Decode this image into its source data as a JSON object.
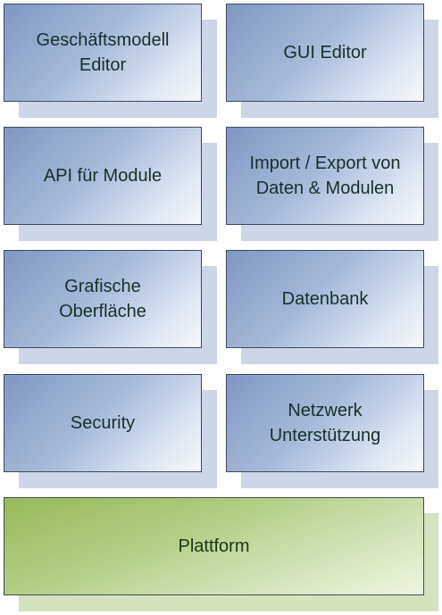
{
  "modules": [
    {
      "label": "Geschäftsmodell\nEditor"
    },
    {
      "label": "GUI Editor"
    },
    {
      "label": "API für Module"
    },
    {
      "label": "Import / Export von\nDaten & Modulen"
    },
    {
      "label": "Grafische\nOberfläche"
    },
    {
      "label": "Datenbank"
    },
    {
      "label": "Security"
    },
    {
      "label": "Netzwerk\nUnterstützung"
    }
  ],
  "platform": {
    "label": "Plattform"
  },
  "colors": {
    "module_fill_dark": "#7f97c4",
    "module_fill_light": "#f7f9fc",
    "module_shadow": "#cdd6e6",
    "platform_fill_dark": "#97b95a",
    "platform_fill_light": "#eef5e2",
    "platform_shadow": "#d4e2bd",
    "border": "#3e4a5b",
    "text": "#183028"
  }
}
